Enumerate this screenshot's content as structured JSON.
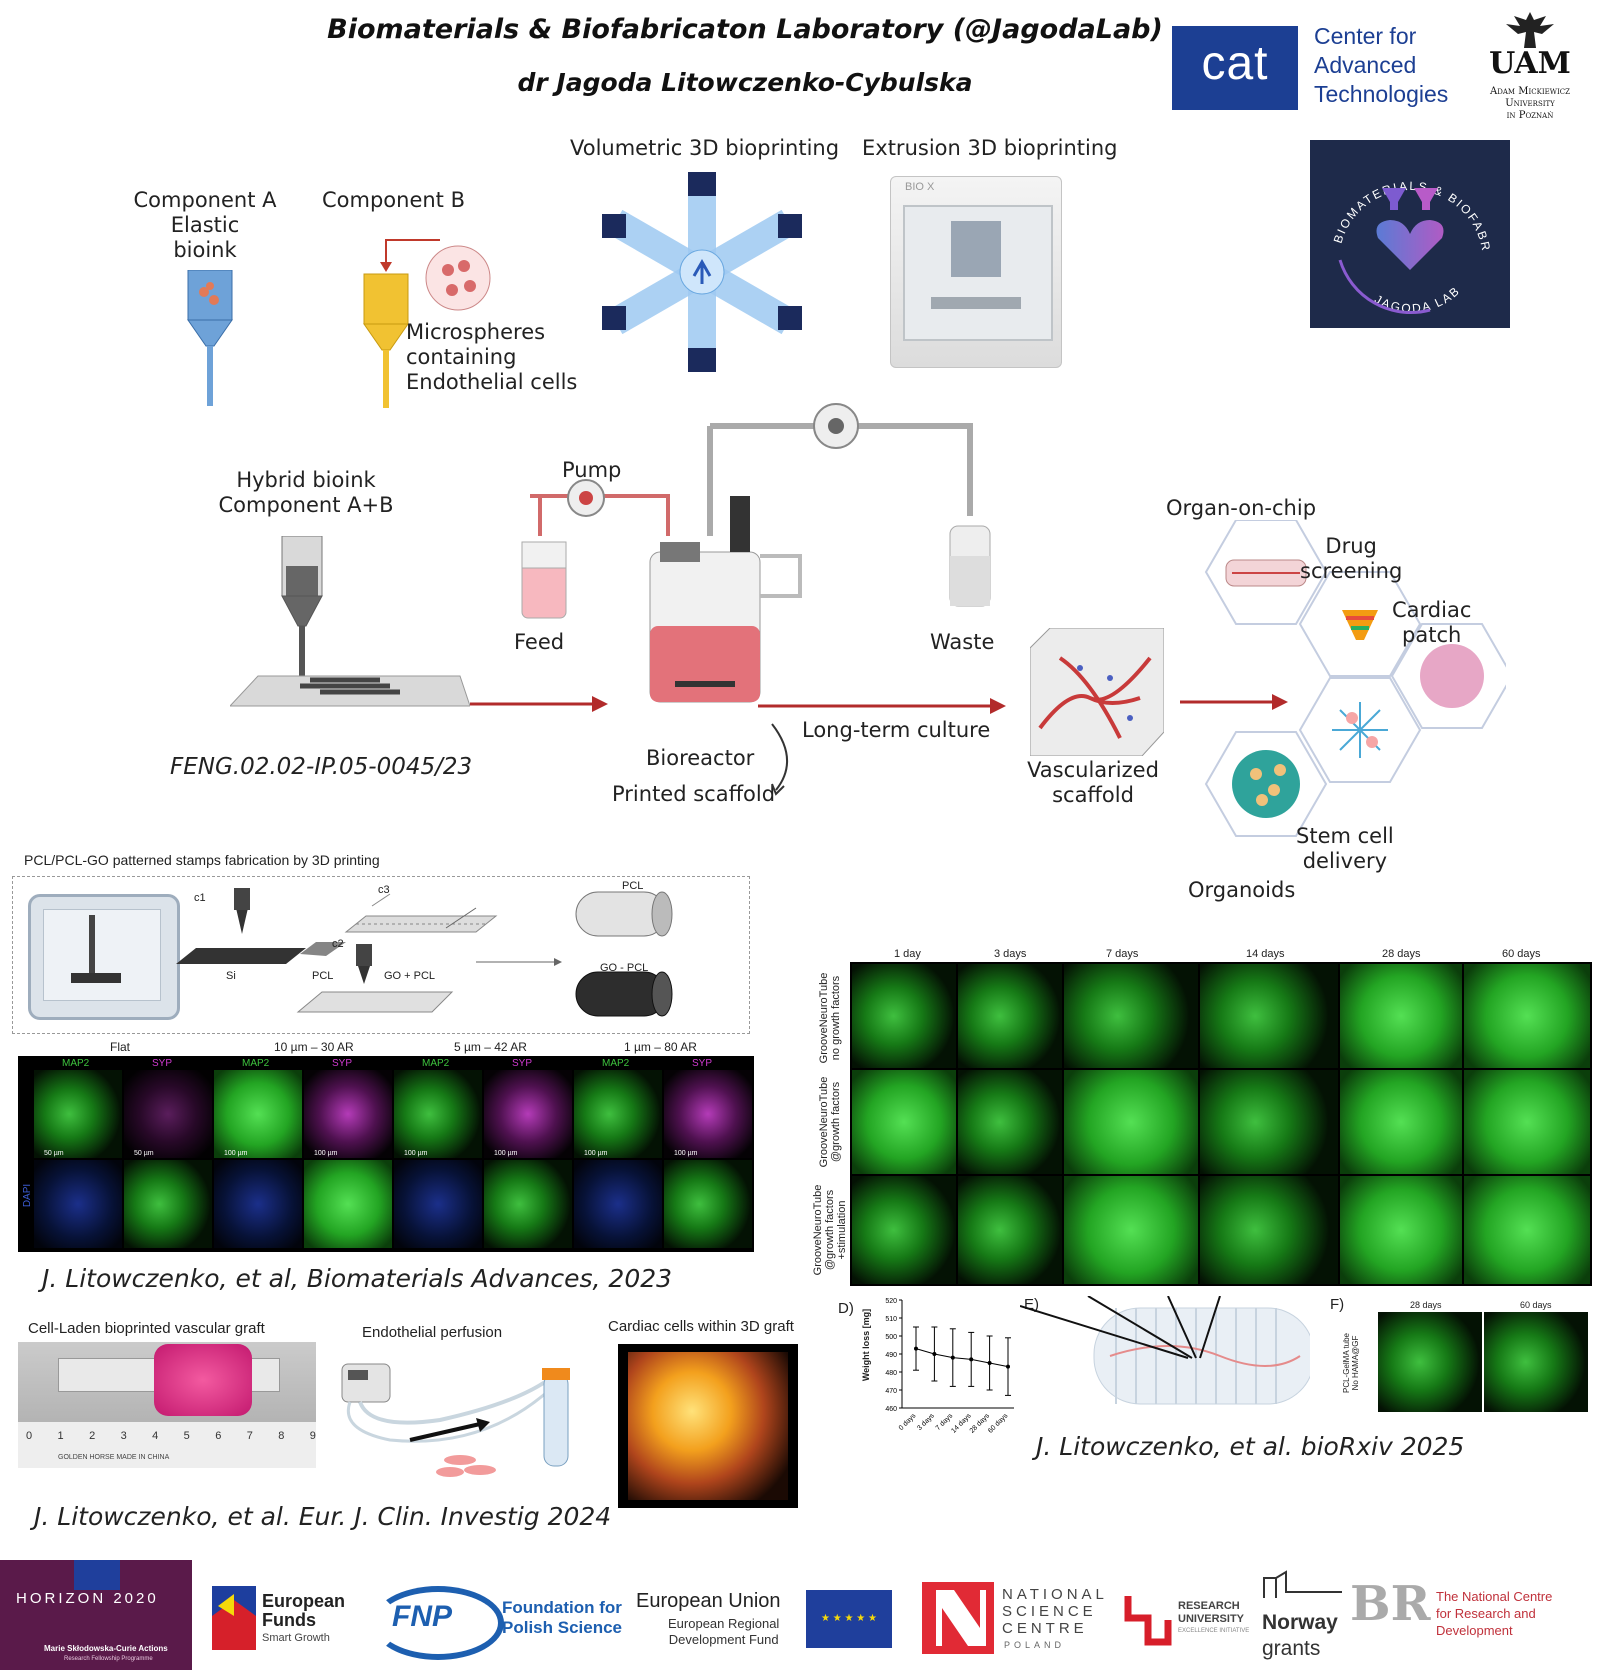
{
  "header": {
    "title": "Biomaterials & Biofabricaton Laboratory (@JagodaLab)",
    "subtitle": "dr Jagoda Litowczenko-Cybulska"
  },
  "logos_top": {
    "cat_logo_text": "cat",
    "cat_name": [
      "Center for",
      "Advanced",
      "Technologies"
    ],
    "uam_mark": "UAM",
    "uam_name": [
      "Adam Mickiewicz",
      "University",
      "in Poznań"
    ],
    "lab_badge": {
      "arc_top": "BIOMATERIALS & BIOFABRICATION",
      "arc_bottom": "JAGODA LAB",
      "bg": "#1e2a4a"
    }
  },
  "workflow": {
    "component_a": [
      "Component A",
      "Elastic",
      "bioink"
    ],
    "component_b": "Component B",
    "microspheres": [
      "Microspheres",
      "containing",
      "Endothelial cells"
    ],
    "volumetric": "Volumetric 3D bioprinting",
    "extrusion": "Extrusion 3D bioprinting",
    "printer_brand": "BIO X",
    "hybrid": [
      "Hybrid bioink",
      "Component A+B"
    ],
    "grant": "FENG.02.02-IP.05-0045/23",
    "pump": "Pump",
    "feed": "Feed",
    "waste": "Waste",
    "bioreactor": "Bioreactor",
    "printed_scaffold": "Printed scaffold",
    "long_term": "Long-term culture",
    "vascularized": [
      "Vascularized",
      "scaffold"
    ],
    "applications": {
      "organ_on_chip": "Organ-on-chip",
      "drug_screening": [
        "Drug",
        "screening"
      ],
      "cardiac_patch": [
        "Cardiac",
        "patch"
      ],
      "stem_cell": [
        "Stem cell",
        "delivery"
      ],
      "organoids": "Organoids"
    }
  },
  "stamps": {
    "title": "PCL/PCL-GO patterned stamps fabrication by 3D printing",
    "labels": {
      "c1": "c1",
      "c2": "c2",
      "c3": "c3",
      "si": "Si",
      "pcl": "PCL",
      "go_pcl": "GO + PCL",
      "tube_pcl": "PCL",
      "tube_go": "GO - PCL"
    },
    "columns": [
      "Flat",
      "10 µm – 30 AR",
      "5 µm – 42 AR",
      "1 µm – 80 AR"
    ],
    "stain_green": "MAP2",
    "stain_magenta": "SYP",
    "stain_blue": "DAPI",
    "scale_50": "50 µm",
    "scale_100": "100 µm",
    "citation": "J. Litowczenko, et al, Biomaterials Advances, 2023"
  },
  "neuro": {
    "days": [
      "1 day",
      "3 days",
      "7 days",
      "14 days",
      "28 days",
      "60 days"
    ],
    "rows": [
      [
        "GrooveNeuroTube",
        "no growth factors"
      ],
      [
        "GrooveNeuroTube",
        "@growth factors"
      ],
      [
        "GrooveNeuroTube",
        "@growth factors",
        "+stimulation"
      ]
    ],
    "panel_d": "D)",
    "panel_e": "E)",
    "panel_f": "F)",
    "weight_ylabel": "Weight loss [mg]",
    "weight_yticks": [
      "520",
      "510",
      "500",
      "490",
      "480",
      "470",
      "460"
    ],
    "weight_xticks": [
      "0 days",
      "3 days",
      "7 days",
      "14 days",
      "28 days",
      "60 days"
    ],
    "f_days": [
      "28 days",
      "60 days"
    ],
    "f_ylabel": [
      "PCL-GelMA tube",
      "No HAMA@GF"
    ],
    "citation": "J. Litowczenko, et al. bioRxiv 2025"
  },
  "chart_data": {
    "type": "line",
    "title": "",
    "xlabel": "",
    "ylabel": "Weight loss [mg]",
    "categories": [
      "0 days",
      "3 days",
      "7 days",
      "14 days",
      "28 days",
      "60 days"
    ],
    "values": [
      493,
      490,
      488,
      487,
      485,
      483
    ],
    "error": [
      12,
      15,
      16,
      15,
      15,
      16
    ],
    "ylim": [
      460,
      520
    ]
  },
  "graft": {
    "label1": "Cell-Laden bioprinted vascular graft",
    "label2": "Endothelial perfusion",
    "label3": "Cardiac cells within 3D graft",
    "ruler_text": "GOLDEN HORSE   MADE IN CHINA",
    "ruler_numbers": [
      "0",
      "1",
      "2",
      "3",
      "4",
      "5",
      "6",
      "7",
      "8",
      "9"
    ],
    "citation": "J. Litowczenko, et al. Eur. J. Clin. Investig 2024"
  },
  "footer": {
    "horizon": "HORIZON 2020",
    "msca": "Marie Skłodowska-Curie Actions",
    "msca_sub": "Research Fellowship Programme",
    "eu_funds": [
      "European",
      "Funds"
    ],
    "eu_funds_sub": "Smart Growth",
    "fnp": "FNP",
    "fnp_name": [
      "Foundation for",
      "Polish Science"
    ],
    "eu": "European Union",
    "eu_sub": [
      "European Regional",
      "Development Fund"
    ],
    "ncn": [
      "NATIONAL",
      "SCIENCE",
      "CENTRE"
    ],
    "ncn_sub": "POLAND",
    "research_uni": [
      "RESEARCH",
      "UNIVERSITY"
    ],
    "research_uni_sub": "EXCELLENCE INITIATIVE",
    "norway": [
      "Norway",
      "grants"
    ],
    "ncbr": [
      "The National Centre",
      "for Research and Development"
    ]
  }
}
